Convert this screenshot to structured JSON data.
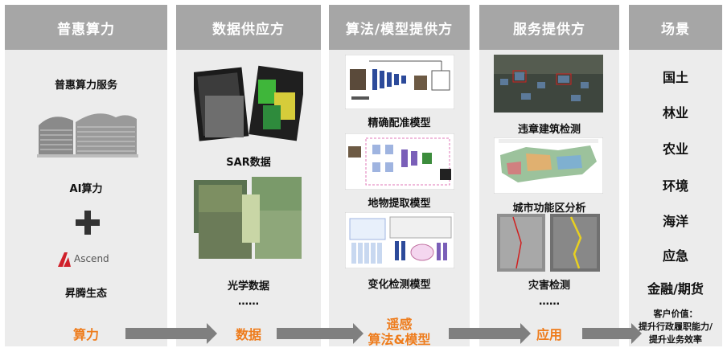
{
  "columns": [
    {
      "title": "普惠算力",
      "items": [
        "普惠算力服务",
        "AI算力",
        "昇腾生态"
      ],
      "logo_text": "Ascend",
      "bottom": "算力"
    },
    {
      "title": "数据供应方",
      "items": [
        "SAR数据",
        "光学数据",
        "……"
      ],
      "bottom": "数据"
    },
    {
      "title": "算法/模型提供方",
      "items": [
        "精确配准模型",
        "地物提取模型",
        "变化检测模型"
      ],
      "bottom_line1": "遥感",
      "bottom_line2": "算法&模型"
    },
    {
      "title": "服务提供方",
      "items": [
        "违章建筑检测",
        "城市功能区分析",
        "灾害检测",
        "……"
      ],
      "bottom": "应用"
    },
    {
      "title": "场景",
      "items": [
        "国土",
        "林业",
        "农业",
        "环境",
        "海洋",
        "应急",
        "金融/期货"
      ],
      "value_title": "客户价值：",
      "value_line1": "提升行政履职能力/",
      "value_line2": "提升业务效率"
    }
  ],
  "colors": {
    "header_bg": "#a6a6a6",
    "panel_bg": "#ececec",
    "accent": "#ee7c1c",
    "arrow": "#7f7f7f"
  }
}
